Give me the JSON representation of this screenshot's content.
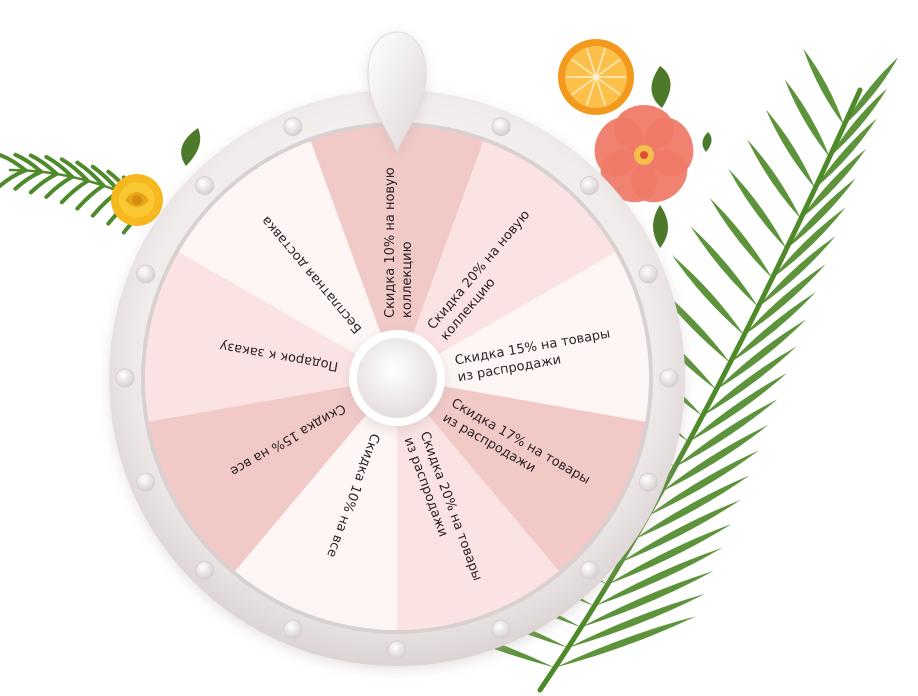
{
  "wheel": {
    "colors": {
      "rim": "#f1ecec",
      "rim_shadow": "#d9d1d1",
      "segment_dark": "#f1c9c7",
      "segment_mid": "#fbe3e3",
      "segment_light": "#fdf6f5",
      "text": "#2b2326",
      "hub": "#efe9e9"
    },
    "segments": [
      {
        "line1": "Скидка 10% на новую",
        "line2": "коллекцию",
        "tone": "segment_dark"
      },
      {
        "line1": "Скидка 20% на новую",
        "line2": "коллекцию",
        "tone": "segment_mid"
      },
      {
        "line1": "Скидка 15% на товары",
        "line2": "из распродажи",
        "tone": "segment_light"
      },
      {
        "line1": "Скидка 17% на товары",
        "line2": "из распродажи",
        "tone": "segment_dark"
      },
      {
        "line1": "Скидка 20% на товары",
        "line2": "из распродажи",
        "tone": "segment_mid"
      },
      {
        "line1": "Скидка 10% на все",
        "line2": "",
        "tone": "segment_light"
      },
      {
        "line1": "Скидка 15% на все",
        "line2": "",
        "tone": "segment_dark"
      },
      {
        "line1": "Подарок к заказу",
        "line2": "",
        "tone": "segment_mid"
      },
      {
        "line1": "Бесплатная доставка",
        "line2": "",
        "tone": "segment_light"
      }
    ]
  },
  "decor": {
    "palm_color": "#4f8a2a",
    "orange_color": "#f39a1e",
    "hibiscus_color": "#f07a68",
    "rose_color": "#f6b81c",
    "leaf_color": "#4c7a2a"
  }
}
